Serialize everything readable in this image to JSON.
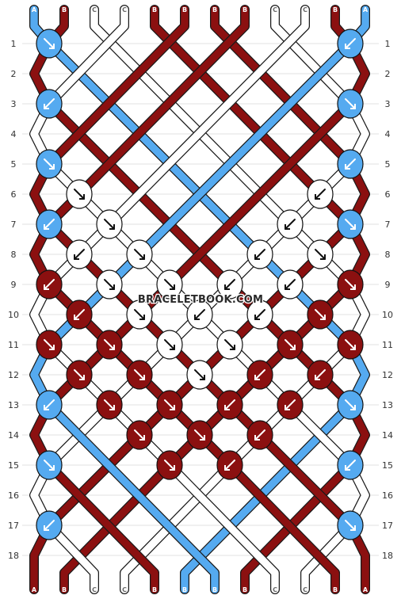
{
  "colors": {
    "A": "#55aaf0",
    "B": "#8b1010",
    "C": "#ffffff"
  },
  "header_labels": [
    "A",
    "B",
    "C",
    "C",
    "B",
    "B",
    "B",
    "B",
    "C",
    "C",
    "B",
    "A"
  ],
  "footer_labels": [
    "A",
    "B",
    "C",
    "C",
    "B",
    "B",
    "B",
    "B",
    "C",
    "C",
    "B",
    "A"
  ],
  "row_numbers": [
    "1",
    "2",
    "3",
    "4",
    "5",
    "6",
    "7",
    "8",
    "9",
    "10",
    "11",
    "12",
    "13",
    "14",
    "15",
    "16",
    "17",
    "18"
  ],
  "watermark": "BRACELETBOOK.COM",
  "knots": [
    {
      "row": 1,
      "pair": 1,
      "color": "A",
      "dir": "se"
    },
    {
      "row": 1,
      "pair": 11,
      "color": "A",
      "dir": "sw"
    },
    {
      "row": 3,
      "pair": 1,
      "color": "A",
      "dir": "sw"
    },
    {
      "row": 3,
      "pair": 11,
      "color": "A",
      "dir": "se"
    },
    {
      "row": 5,
      "pair": 1,
      "color": "A",
      "dir": "se"
    },
    {
      "row": 5,
      "pair": 11,
      "color": "A",
      "dir": "sw"
    },
    {
      "row": 6,
      "pair": 2,
      "color": "C",
      "dir": "se"
    },
    {
      "row": 6,
      "pair": 10,
      "color": "C",
      "dir": "sw"
    },
    {
      "row": 7,
      "pair": 1,
      "color": "A",
      "dir": "sw"
    },
    {
      "row": 7,
      "pair": 3,
      "color": "C",
      "dir": "se"
    },
    {
      "row": 7,
      "pair": 9,
      "color": "C",
      "dir": "sw"
    },
    {
      "row": 7,
      "pair": 11,
      "color": "A",
      "dir": "se"
    },
    {
      "row": 8,
      "pair": 2,
      "color": "C",
      "dir": "sw"
    },
    {
      "row": 8,
      "pair": 4,
      "color": "C",
      "dir": "se"
    },
    {
      "row": 8,
      "pair": 8,
      "color": "C",
      "dir": "sw"
    },
    {
      "row": 8,
      "pair": 10,
      "color": "C",
      "dir": "se"
    },
    {
      "row": 9,
      "pair": 1,
      "color": "B",
      "dir": "sw"
    },
    {
      "row": 9,
      "pair": 3,
      "color": "C",
      "dir": "se"
    },
    {
      "row": 9,
      "pair": 5,
      "color": "C",
      "dir": "se"
    },
    {
      "row": 9,
      "pair": 7,
      "color": "C",
      "dir": "sw"
    },
    {
      "row": 9,
      "pair": 9,
      "color": "C",
      "dir": "sw"
    },
    {
      "row": 9,
      "pair": 11,
      "color": "B",
      "dir": "se"
    },
    {
      "row": 10,
      "pair": 2,
      "color": "B",
      "dir": "sw"
    },
    {
      "row": 10,
      "pair": 4,
      "color": "C",
      "dir": "se"
    },
    {
      "row": 10,
      "pair": 6,
      "color": "C",
      "dir": "sw"
    },
    {
      "row": 10,
      "pair": 8,
      "color": "C",
      "dir": "sw"
    },
    {
      "row": 10,
      "pair": 10,
      "color": "B",
      "dir": "se"
    },
    {
      "row": 11,
      "pair": 1,
      "color": "B",
      "dir": "se"
    },
    {
      "row": 11,
      "pair": 3,
      "color": "B",
      "dir": "se"
    },
    {
      "row": 11,
      "pair": 5,
      "color": "C",
      "dir": "se"
    },
    {
      "row": 11,
      "pair": 7,
      "color": "C",
      "dir": "se"
    },
    {
      "row": 11,
      "pair": 9,
      "color": "B",
      "dir": "se"
    },
    {
      "row": 11,
      "pair": 11,
      "color": "B",
      "dir": "se"
    },
    {
      "row": 12,
      "pair": 2,
      "color": "B",
      "dir": "se"
    },
    {
      "row": 12,
      "pair": 4,
      "color": "B",
      "dir": "se"
    },
    {
      "row": 12,
      "pair": 6,
      "color": "C",
      "dir": "se"
    },
    {
      "row": 12,
      "pair": 8,
      "color": "B",
      "dir": "sw"
    },
    {
      "row": 12,
      "pair": 10,
      "color": "B",
      "dir": "sw"
    },
    {
      "row": 13,
      "pair": 1,
      "color": "A",
      "dir": "sw"
    },
    {
      "row": 13,
      "pair": 3,
      "color": "B",
      "dir": "se"
    },
    {
      "row": 13,
      "pair": 5,
      "color": "B",
      "dir": "se"
    },
    {
      "row": 13,
      "pair": 7,
      "color": "B",
      "dir": "sw"
    },
    {
      "row": 13,
      "pair": 9,
      "color": "B",
      "dir": "sw"
    },
    {
      "row": 13,
      "pair": 11,
      "color": "A",
      "dir": "se"
    },
    {
      "row": 14,
      "pair": 4,
      "color": "B",
      "dir": "se"
    },
    {
      "row": 14,
      "pair": 6,
      "color": "B",
      "dir": "se"
    },
    {
      "row": 14,
      "pair": 8,
      "color": "B",
      "dir": "sw"
    },
    {
      "row": 15,
      "pair": 1,
      "color": "A",
      "dir": "se"
    },
    {
      "row": 15,
      "pair": 5,
      "color": "B",
      "dir": "se"
    },
    {
      "row": 15,
      "pair": 7,
      "color": "B",
      "dir": "sw"
    },
    {
      "row": 15,
      "pair": 11,
      "color": "A",
      "dir": "sw"
    },
    {
      "row": 17,
      "pair": 1,
      "color": "A",
      "dir": "sw"
    },
    {
      "row": 17,
      "pair": 11,
      "color": "A",
      "dir": "se"
    }
  ]
}
